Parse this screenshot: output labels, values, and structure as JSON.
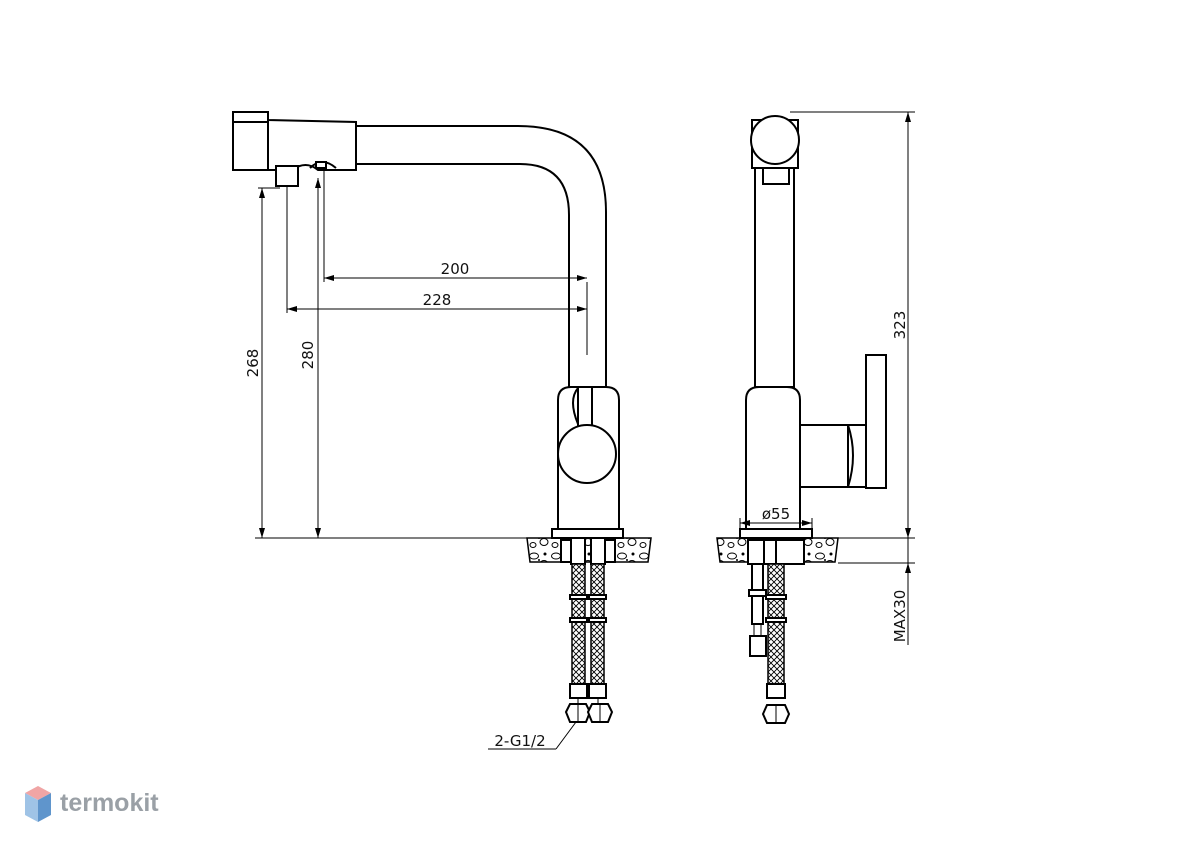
{
  "dimensions": {
    "d200": "200",
    "d228": "228",
    "d268": "268",
    "d280": "280",
    "d323": "323",
    "d55": "ø55",
    "max30": "MAX30",
    "connection": "2-G1/2"
  },
  "logo": {
    "text": "termokit",
    "icon": "hexagon-cube-icon",
    "colors": {
      "top": "#f0a5a5",
      "left": "#9fc3e6",
      "right": "#5f95cc",
      "text": "#9aa0a6"
    }
  }
}
